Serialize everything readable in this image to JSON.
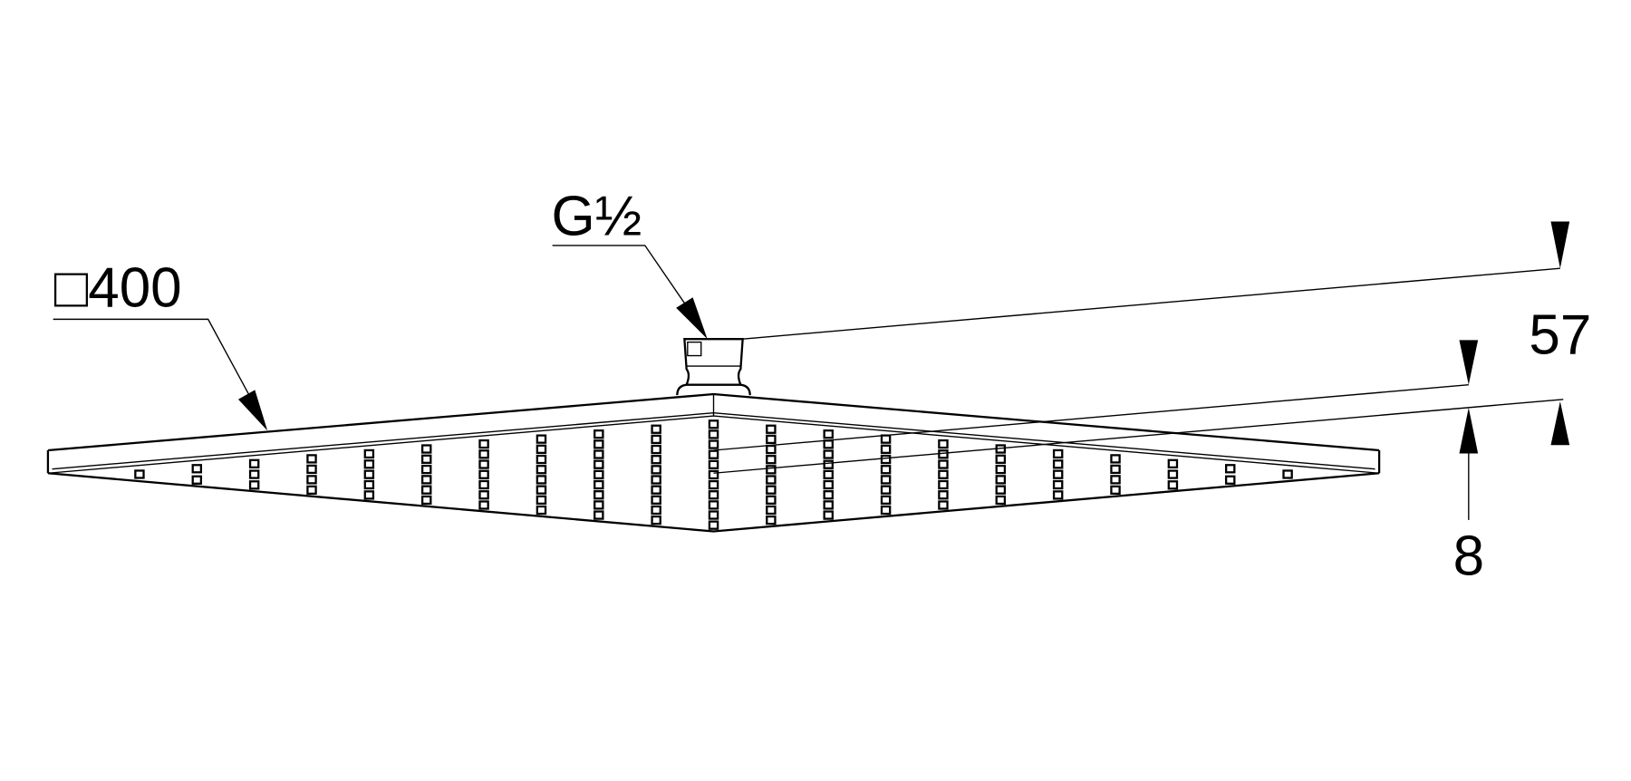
{
  "labels": {
    "size": "□400",
    "thread": "G½",
    "height_total": "57",
    "plate_thickness": "8"
  },
  "colors": {
    "line": "#000000",
    "background": "#ffffff"
  }
}
